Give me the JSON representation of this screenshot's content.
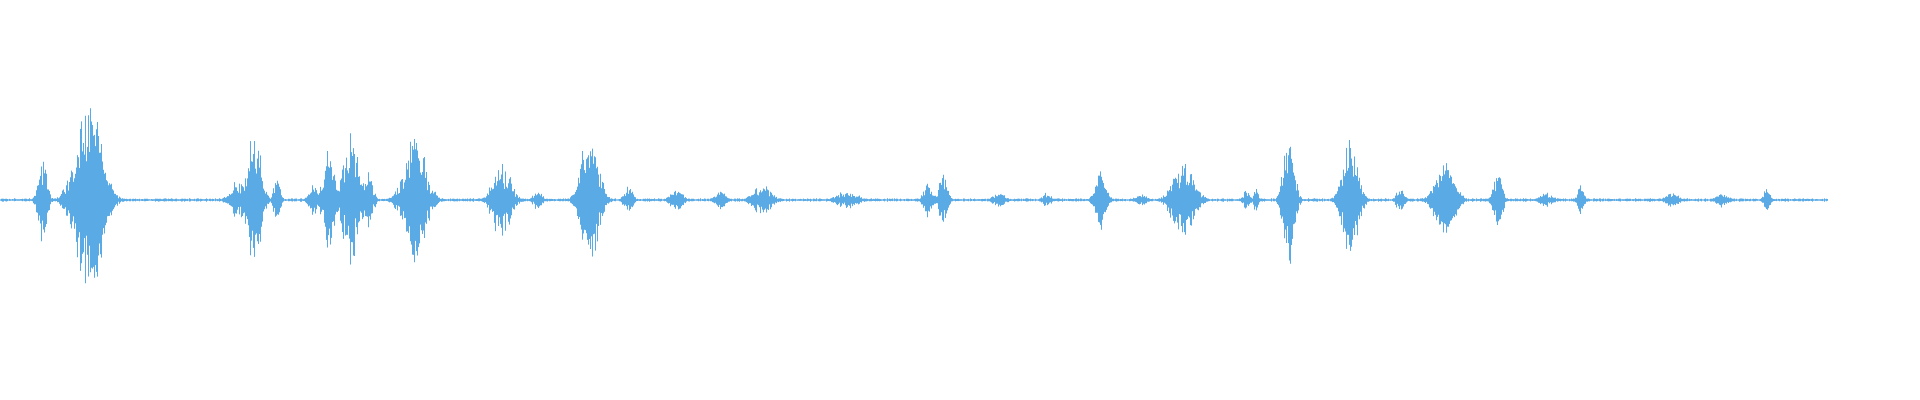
{
  "waveform": {
    "color": "#5aaae6",
    "background": "#ffffff",
    "baseline_amplitude": 0.006,
    "duration_fraction": 0.952,
    "bursts": [
      {
        "position": 0.022,
        "peak": 0.24,
        "width": 0.004
      },
      {
        "position": 0.046,
        "peak": 0.52,
        "width": 0.012
      },
      {
        "position": 0.049,
        "peak": 0.46,
        "width": 0.006
      },
      {
        "position": 0.125,
        "peak": 0.12,
        "width": 0.008
      },
      {
        "position": 0.132,
        "peak": 0.44,
        "width": 0.006
      },
      {
        "position": 0.144,
        "peak": 0.12,
        "width": 0.003
      },
      {
        "position": 0.163,
        "peak": 0.1,
        "width": 0.004
      },
      {
        "position": 0.171,
        "peak": 0.3,
        "width": 0.005
      },
      {
        "position": 0.183,
        "peak": 0.36,
        "width": 0.008
      },
      {
        "position": 0.191,
        "peak": 0.16,
        "width": 0.005
      },
      {
        "position": 0.216,
        "peak": 0.34,
        "width": 0.01
      },
      {
        "position": 0.261,
        "peak": 0.22,
        "width": 0.008
      },
      {
        "position": 0.28,
        "peak": 0.06,
        "width": 0.004
      },
      {
        "position": 0.307,
        "peak": 0.38,
        "width": 0.008
      },
      {
        "position": 0.327,
        "peak": 0.08,
        "width": 0.004
      },
      {
        "position": 0.352,
        "peak": 0.06,
        "width": 0.006
      },
      {
        "position": 0.375,
        "peak": 0.05,
        "width": 0.005
      },
      {
        "position": 0.397,
        "peak": 0.08,
        "width": 0.009
      },
      {
        "position": 0.441,
        "peak": 0.05,
        "width": 0.01
      },
      {
        "position": 0.483,
        "peak": 0.1,
        "width": 0.004
      },
      {
        "position": 0.491,
        "peak": 0.14,
        "width": 0.004
      },
      {
        "position": 0.52,
        "peak": 0.04,
        "width": 0.006
      },
      {
        "position": 0.545,
        "peak": 0.04,
        "width": 0.004
      },
      {
        "position": 0.573,
        "peak": 0.16,
        "width": 0.005
      },
      {
        "position": 0.594,
        "peak": 0.04,
        "width": 0.005
      },
      {
        "position": 0.616,
        "peak": 0.2,
        "width": 0.01
      },
      {
        "position": 0.649,
        "peak": 0.06,
        "width": 0.003
      },
      {
        "position": 0.654,
        "peak": 0.08,
        "width": 0.002
      },
      {
        "position": 0.671,
        "peak": 0.36,
        "width": 0.005
      },
      {
        "position": 0.703,
        "peak": 0.34,
        "width": 0.007
      },
      {
        "position": 0.729,
        "peak": 0.06,
        "width": 0.004
      },
      {
        "position": 0.752,
        "peak": 0.2,
        "width": 0.009
      },
      {
        "position": 0.78,
        "peak": 0.16,
        "width": 0.004
      },
      {
        "position": 0.805,
        "peak": 0.04,
        "width": 0.006
      },
      {
        "position": 0.823,
        "peak": 0.08,
        "width": 0.003
      },
      {
        "position": 0.871,
        "peak": 0.04,
        "width": 0.006
      },
      {
        "position": 0.897,
        "peak": 0.04,
        "width": 0.006
      },
      {
        "position": 0.92,
        "peak": 0.06,
        "width": 0.003
      }
    ]
  }
}
